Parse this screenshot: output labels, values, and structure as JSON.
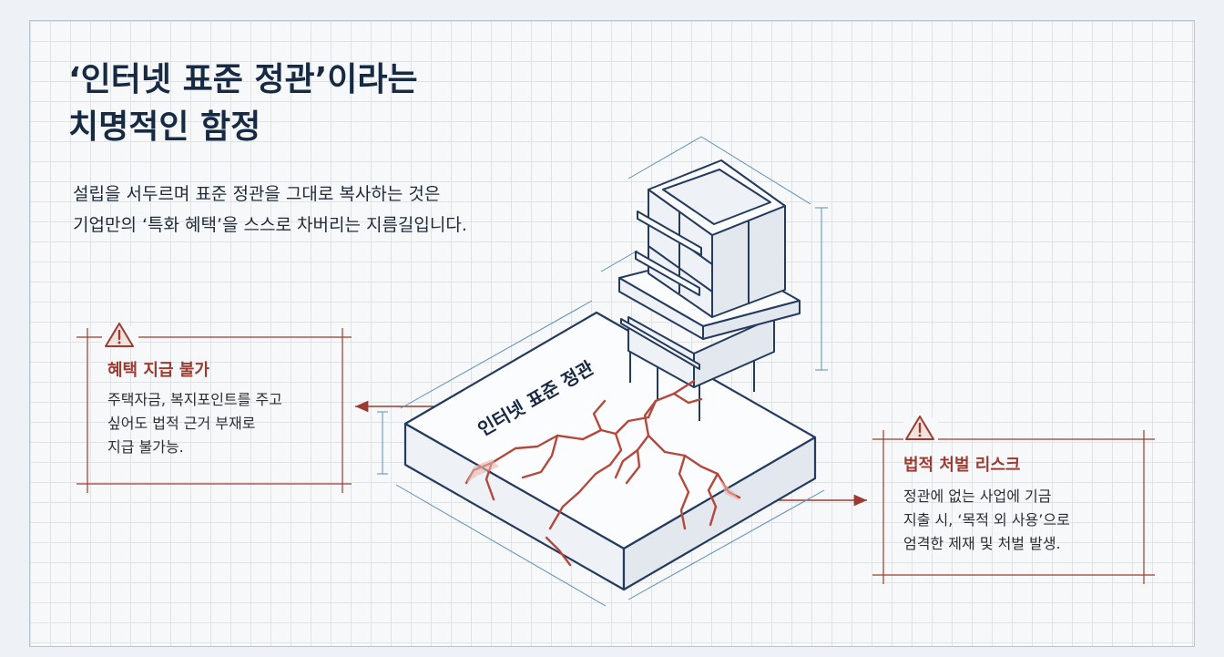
{
  "header": {
    "title_lines": [
      "‘인터넷 표준 정관’이라는",
      "치명적인 함정"
    ],
    "subtitle_lines": [
      "설립을 서두르며 표준 정관을 그대로 복사하는 것은",
      "기업만의 ‘특화 혜택’을 스스로 차버리는 지름길입니다."
    ]
  },
  "illustration": {
    "slab_label": "인터넷 표준 정관",
    "icon": "cracked-foundation-building"
  },
  "cards": {
    "left": {
      "icon": "warning-triangle-icon",
      "title": "혜택 지급 불가",
      "body_lines": [
        "주택자금, 복지포인트를 주고",
        "싶어도 법적 근거 부재로",
        "지급 불가능."
      ]
    },
    "right": {
      "icon": "warning-triangle-icon",
      "title": "법적 처벌 리스크",
      "body_lines": [
        "정관에 없는 사업에 기금",
        "지출 시, ‘목적 외 사용’으로",
        "엄격한 제재 및 처벌 발생."
      ]
    }
  },
  "colors": {
    "title": "#172a44",
    "accent_red": "#9a3c31",
    "blueprint_line": "#243a5e",
    "dimension_line": "#5a8fb5",
    "crack": "#b5483c"
  }
}
